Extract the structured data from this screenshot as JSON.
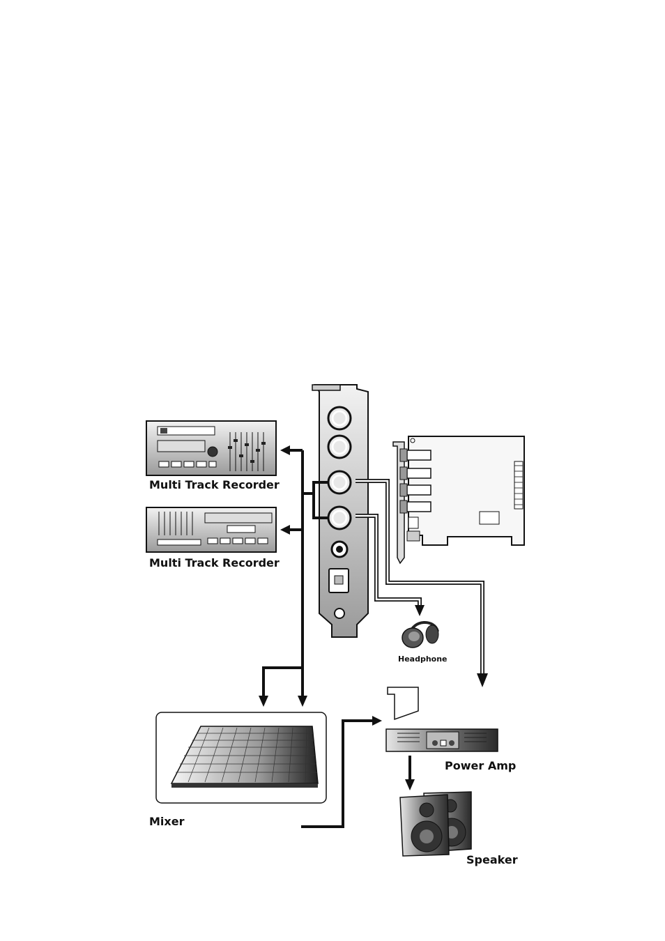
{
  "labels": {
    "recorder_top": "Multi Track Recorder",
    "recorder_bottom": "Multi Track Recorder",
    "headphone": "Headphone",
    "mixer": "Mixer",
    "power_amp": "Power Amp",
    "speaker": "Speaker"
  },
  "colors": {
    "ink": "#111111",
    "panel_gray": "#cfcfcf",
    "dark_gray": "#555555",
    "cable_light": "#ffffff"
  },
  "icons": {
    "recorder": "multitrack-recorder-icon",
    "card_bracket": "sound-card-bracket-icon",
    "sound_card": "pci-sound-card-icon",
    "headphone": "headphone-icon",
    "mixer": "mixing-console-icon",
    "power_amp": "power-amplifier-icon",
    "speaker": "speaker-cabinet-icon"
  }
}
